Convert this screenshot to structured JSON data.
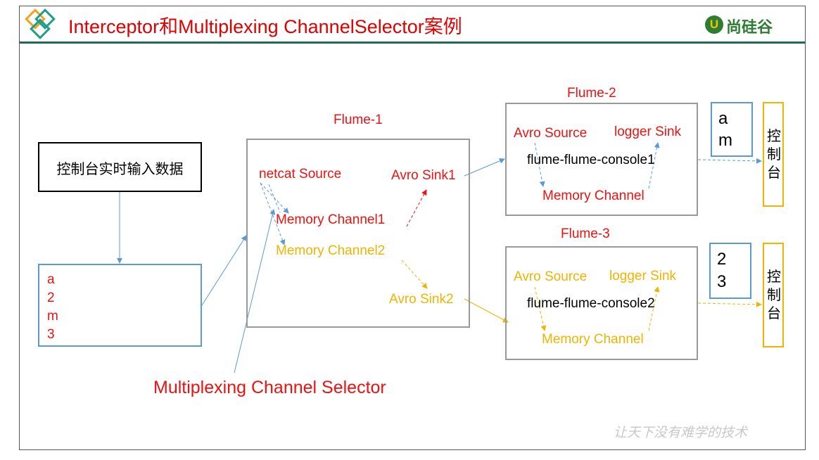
{
  "header": {
    "title": "Interceptor和Multiplexing ChannelSelector案例",
    "logo_text": "尚硅谷",
    "logo_mark": "U"
  },
  "source": {
    "label": "控制台实时输入数据",
    "data_lines": [
      "a",
      "2",
      "m",
      "3"
    ]
  },
  "flume1": {
    "name": "Flume-1",
    "netcat_source": "netcat Source",
    "memory_channel1": "Memory  Channel1",
    "memory_channel2": "Memory  Channel2",
    "avro_sink1": "Avro Sink1",
    "avro_sink2": "Avro Sink2"
  },
  "flume2": {
    "name": "Flume-2",
    "avro_source": "Avro Source",
    "logger_sink": "logger Sink",
    "config": "flume-flume-console1",
    "memory_channel": "Memory Channel",
    "output_lines": [
      "a",
      "m"
    ],
    "console_label": [
      "控",
      "制",
      "台"
    ]
  },
  "flume3": {
    "name": "Flume-3",
    "avro_source": "Avro Source",
    "logger_sink": "logger Sink",
    "config": "flume-flume-console2",
    "memory_channel": "Memory Channel",
    "output_lines": [
      "2",
      "3"
    ],
    "console_label": [
      "控",
      "制",
      "台"
    ]
  },
  "selector_label": "Multiplexing Channel Selector",
  "slogan": "让天下没有难学的技术",
  "colors": {
    "title": "#e00000",
    "channel1_path": "#ee1111",
    "channel2_path": "#f0b400",
    "link_blue": "#5b9bd5",
    "box_border": "#999999",
    "rule": "#1e6a54"
  }
}
